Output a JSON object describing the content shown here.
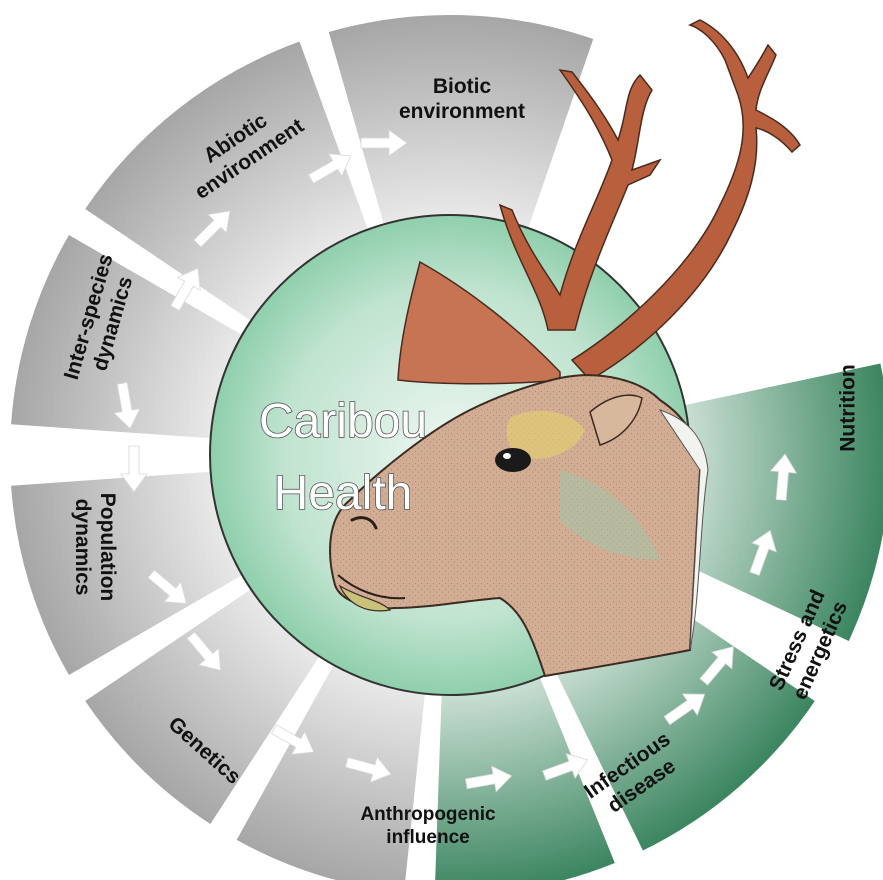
{
  "center": {
    "title_line1": "Caribou",
    "title_line2": "Health",
    "illustration": "caribou-head-illustration"
  },
  "segments": [
    {
      "id": "biotic-environment",
      "lines": [
        "Biotic",
        "environment"
      ],
      "group": "external"
    },
    {
      "id": "abiotic-environment",
      "lines": [
        "Abiotic",
        "environment"
      ],
      "group": "external"
    },
    {
      "id": "inter-species-dynamics",
      "lines": [
        "Inter-species",
        "dynamics"
      ],
      "group": "external"
    },
    {
      "id": "population-dynamics",
      "lines": [
        "Population",
        "dynamics"
      ],
      "group": "external"
    },
    {
      "id": "genetics",
      "lines": [
        "Genetics"
      ],
      "group": "external"
    },
    {
      "id": "anthropogenic-influence",
      "lines": [
        "Anthropogenic",
        "influence"
      ],
      "group": "external"
    },
    {
      "id": "infectious-disease",
      "lines": [
        "Infectious",
        "disease"
      ],
      "group": "internal"
    },
    {
      "id": "stress-and-energetics",
      "lines": [
        "Stress and",
        "energetics"
      ],
      "group": "internal"
    },
    {
      "id": "nutrition",
      "lines": [
        "Nutrition"
      ],
      "group": "internal"
    }
  ],
  "colors": {
    "external_dark": "#a9a9aa",
    "external_light": "#f4f4f4",
    "internal_dark": "#3f8a62",
    "internal_light": "#e3efe7",
    "circle_fill": "#a9d9c0",
    "arrow": "#ffffff",
    "antler": "#b85f3e",
    "face": "#d2ad94"
  }
}
